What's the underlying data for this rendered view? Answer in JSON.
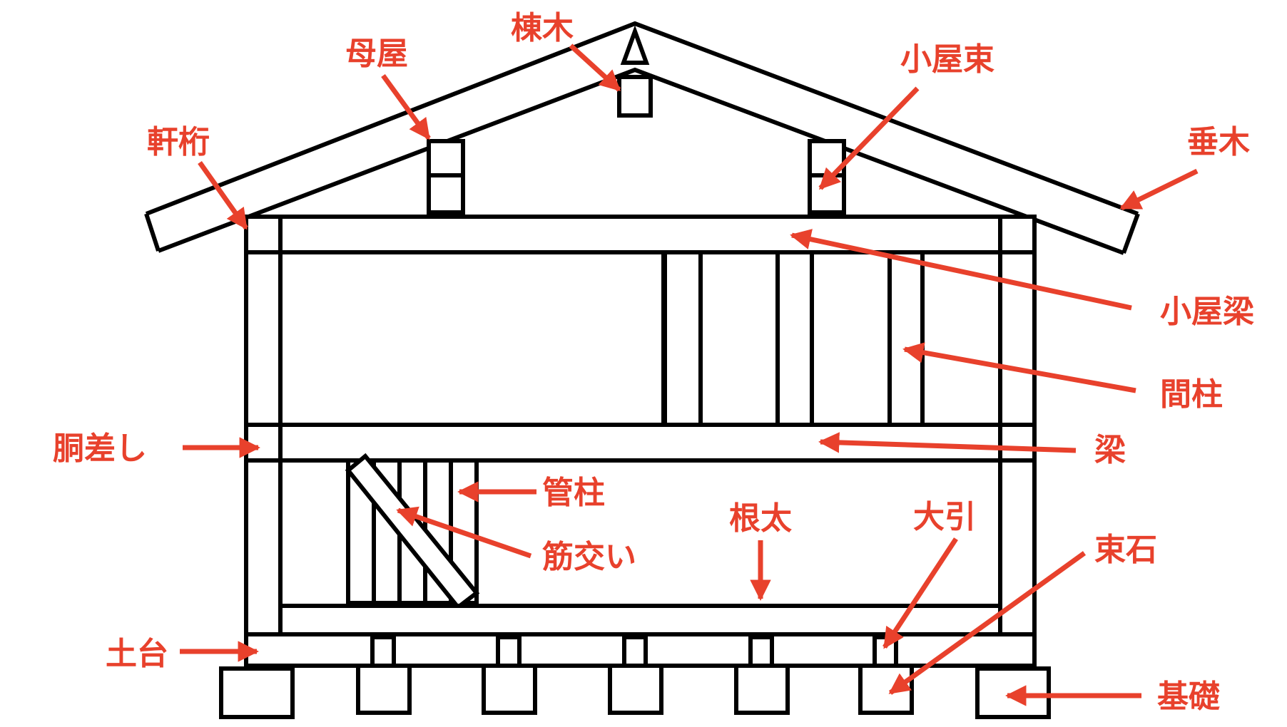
{
  "colors": {
    "label": "#e8412c",
    "line": "#000000",
    "background": "#ffffff"
  },
  "labels": {
    "munagi": "棟木",
    "moya": "母屋",
    "koyazuka": "小屋束",
    "nokigeta": "軒桁",
    "taruki": "垂木",
    "koyabari": "小屋梁",
    "mabashira": "間柱",
    "dousashi": "胴差し",
    "hari": "梁",
    "kudabashira": "管柱",
    "sujikai": "筋交い",
    "neda": "根太",
    "oobiki": "大引",
    "tsukaishi": "束石",
    "dodai": "土台",
    "kiso": "基礎"
  }
}
